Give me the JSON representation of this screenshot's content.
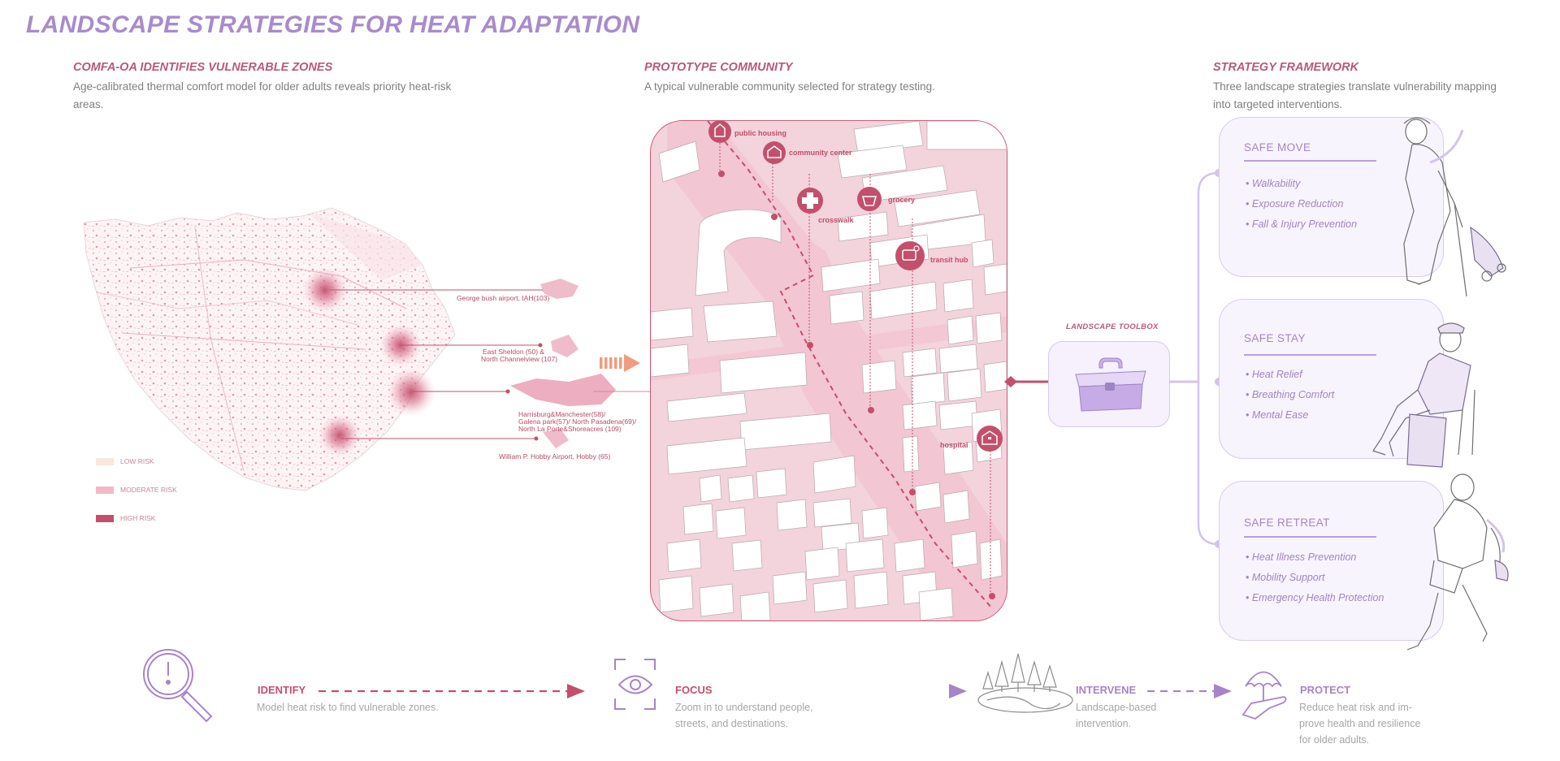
{
  "title": "LANDSCAPE STRATEGIES FOR HEAT ADAPTATION",
  "sections": {
    "identify": {
      "title": "COMFA-OA IDENTIFIES VULNERABLE ZONES",
      "desc1": "Age-calibrated thermal comfort model for older adults reveals priority heat-risk",
      "desc2": "areas."
    },
    "prototype": {
      "title": "PROTOTYPE COMMUNITY",
      "desc": "A typical vulnerable community selected for strategy testing."
    },
    "framework": {
      "title": "STRATEGY FRAMEWORK",
      "desc1": "Three landscape strategies translate vulnerability mapping",
      "desc2": "into targeted interventions."
    }
  },
  "map": {
    "zones": [
      {
        "label": "George bush airport, IAH(103)"
      },
      {
        "label1": "East Sheldon (50) &",
        "label2": "North Channelview (107)"
      },
      {
        "label1": "Harrisburg&Manchester(58)/",
        "label2": "Galena park(57)/ North Pasadena(69)/",
        "label3": "North La Porte&Shoreacres (109)"
      },
      {
        "label": "William P. Hobby Airport, Hobby (65)"
      }
    ],
    "legend": [
      {
        "label": "LOW RISK",
        "color": "#f9e8de"
      },
      {
        "label": "MODERATE RISK",
        "color": "#f2b8c8"
      },
      {
        "label": "HIGH RISK",
        "color": "#c2506c"
      }
    ]
  },
  "community": {
    "pois": {
      "public_housing": "public housing",
      "community_center": "community center",
      "crosswalk": "crosswalk",
      "grocery": "grocery",
      "transit_hub": "transit hub",
      "hospital": "hospital"
    }
  },
  "toolbox": {
    "label": "LANDSCAPE TOOLBOX",
    "icon": "toolbox-icon"
  },
  "strategies": [
    {
      "title": "SAFE MOVE",
      "items": [
        "• Walkability",
        "• Exposure Reduction",
        "• Fall & Injury Prevention"
      ],
      "figure": "walking-elder-with-cart"
    },
    {
      "title": "SAFE STAY",
      "items": [
        "• Heat Relief",
        "• Breathing Comfort",
        "• Mental Ease"
      ],
      "figure": "seated-elder"
    },
    {
      "title": "SAFE RETREAT",
      "items": [
        "• Heat Illness Prevention",
        "• Mobility Support",
        "• Emergency Health Protection"
      ],
      "figure": "elder-walking-away"
    }
  ],
  "process": [
    {
      "label": "IDENTIFY",
      "desc1": "Model heat risk to find vulnerable zones.",
      "icon": "magnifier-alert-icon",
      "color": "#c2506c"
    },
    {
      "label": "FOCUS",
      "desc1": "Zoom in to understand people,",
      "desc2": "streets, and destinations.",
      "icon": "focus-eye-icon",
      "color": "#c2506c"
    },
    {
      "label": "INTERVENE",
      "desc1": "Landscape-based",
      "desc2": "intervention.",
      "icon": "landscape-trees-icon",
      "color": "#a784c9"
    },
    {
      "label": "PROTECT",
      "desc1": "Reduce heat risk and im-",
      "desc2": "prove health and resilience",
      "desc3": "for older adults.",
      "icon": "hand-umbrella-icon",
      "color": "#a784c9"
    }
  ],
  "colors": {
    "title": "#a98bcc",
    "accent_pink": "#c2506c",
    "accent_purple": "#a784c9",
    "map_pink": "#f3d3dc"
  }
}
